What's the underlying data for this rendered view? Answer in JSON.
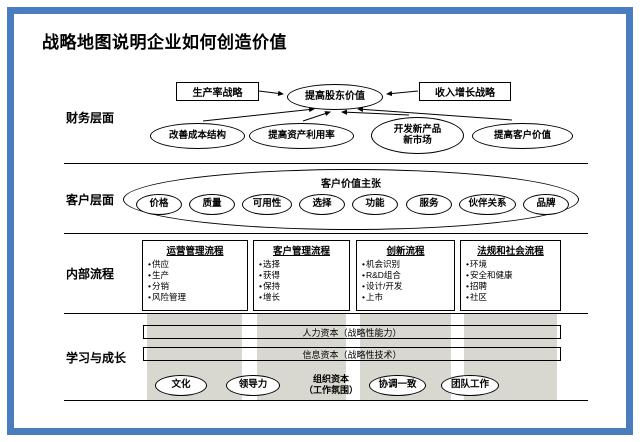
{
  "colors": {
    "frame": "#4a7dbd",
    "column_fill": "#d8d8d0"
  },
  "title": "战略地图说明企业如何创造价值",
  "perspectives": [
    {
      "label": "财务层面"
    },
    {
      "label": "客户层面"
    },
    {
      "label": "内部流程"
    },
    {
      "label": "学习与成长"
    }
  ],
  "financial": {
    "productivity_strategy": "生产率战略",
    "revenue_strategy": "收入增长战略",
    "shareholder_value": "提高股东价值",
    "driver_cost": "改善成本结构",
    "driver_asset_utilization": "提高资产利用率",
    "driver_new_products_line1": "开发新产品",
    "driver_new_products_line2": "新市场",
    "driver_customer_value": "提高客户价值"
  },
  "customer": {
    "proposition_label": "客户价值主张",
    "ellipses": [
      "价格",
      "质量",
      "可用性",
      "选择",
      "功能",
      "服务",
      "伙伴关系",
      "品牌"
    ]
  },
  "internal": {
    "boxes": [
      {
        "title": "运营管理流程",
        "items": [
          "供应",
          "生产",
          "分销",
          "风险管理"
        ]
      },
      {
        "title": "客户管理流程",
        "items": [
          "选择",
          "获得",
          "保持",
          "增长"
        ]
      },
      {
        "title": "创新流程",
        "items": [
          "机会识别",
          "R&D组合",
          "设计/开发",
          "上市"
        ]
      },
      {
        "title": "法规和社会流程",
        "items": [
          "环境",
          "安全和健康",
          "招聘",
          "社区"
        ]
      }
    ]
  },
  "learning": {
    "human_capital_bar": "人力资本（战略性能力）",
    "information_capital_bar": "信息资本（战略性技术）",
    "org_capital_line1": "组织资本",
    "org_capital_line2": "（工作氛围）",
    "ellipses": [
      "文化",
      "领导力",
      "协调一致",
      "团队工作"
    ]
  }
}
